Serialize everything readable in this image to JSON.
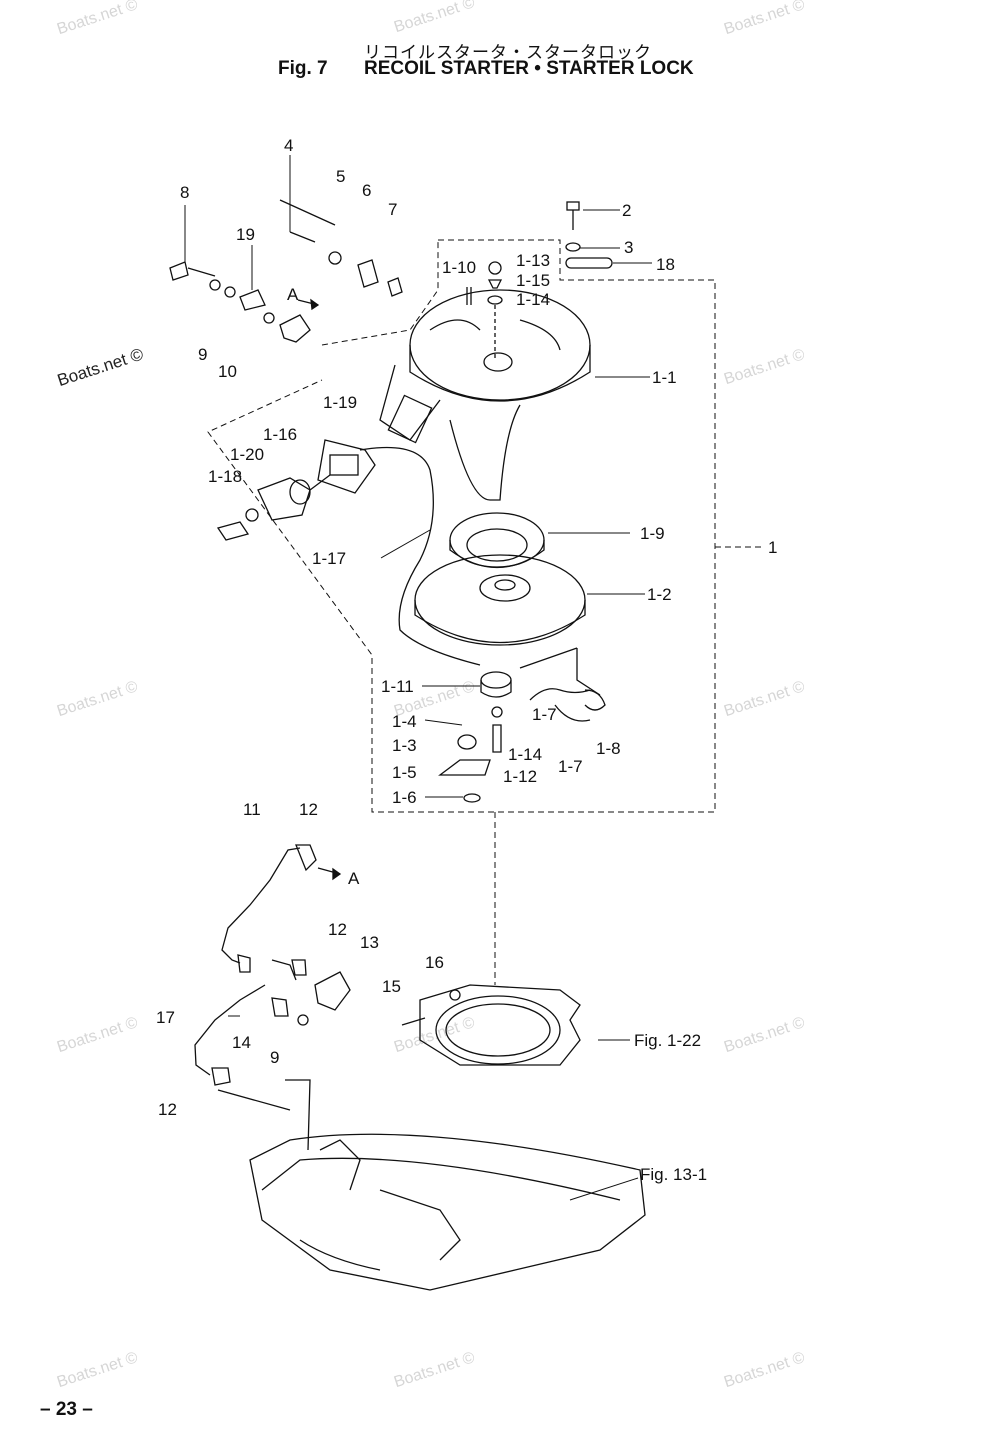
{
  "header": {
    "title_jp": "リコイルスタータ・スタータロック",
    "fig_label": "Fig. 7",
    "title_en": "RECOIL STARTER • STARTER LOCK"
  },
  "page_number": "– 23 –",
  "watermark": "Boats.net ©",
  "callouts": {
    "c1": "1",
    "c1_1": "1-1",
    "c1_2": "1-2",
    "c1_3": "1-3",
    "c1_4": "1-4",
    "c1_5": "1-5",
    "c1_6": "1-6",
    "c1_7a": "1-7",
    "c1_7b": "1-7",
    "c1_8": "1-8",
    "c1_9": "1-9",
    "c1_10": "1-10",
    "c1_11": "1-11",
    "c1_12": "1-12",
    "c1_13": "1-13",
    "c1_14a": "1-14",
    "c1_14b": "1-14",
    "c1_15": "1-15",
    "c1_16": "1-16",
    "c1_17": "1-17",
    "c1_18": "1-18",
    "c1_19": "1-19",
    "c1_20": "1-20",
    "c2": "2",
    "c3": "3",
    "c4": "4",
    "c5": "5",
    "c6": "6",
    "c7": "7",
    "c8": "8",
    "c9a": "9",
    "c9b": "9",
    "c10": "10",
    "c11": "11",
    "c12a": "12",
    "c12b": "12",
    "c12c": "12",
    "c13": "13",
    "c14": "14",
    "c15": "15",
    "c16": "16",
    "c17": "17",
    "c18": "18",
    "c19": "19",
    "refA1": "A",
    "refA2": "A",
    "fig122": "Fig. 1-22",
    "fig131": "Fig. 13-1"
  }
}
